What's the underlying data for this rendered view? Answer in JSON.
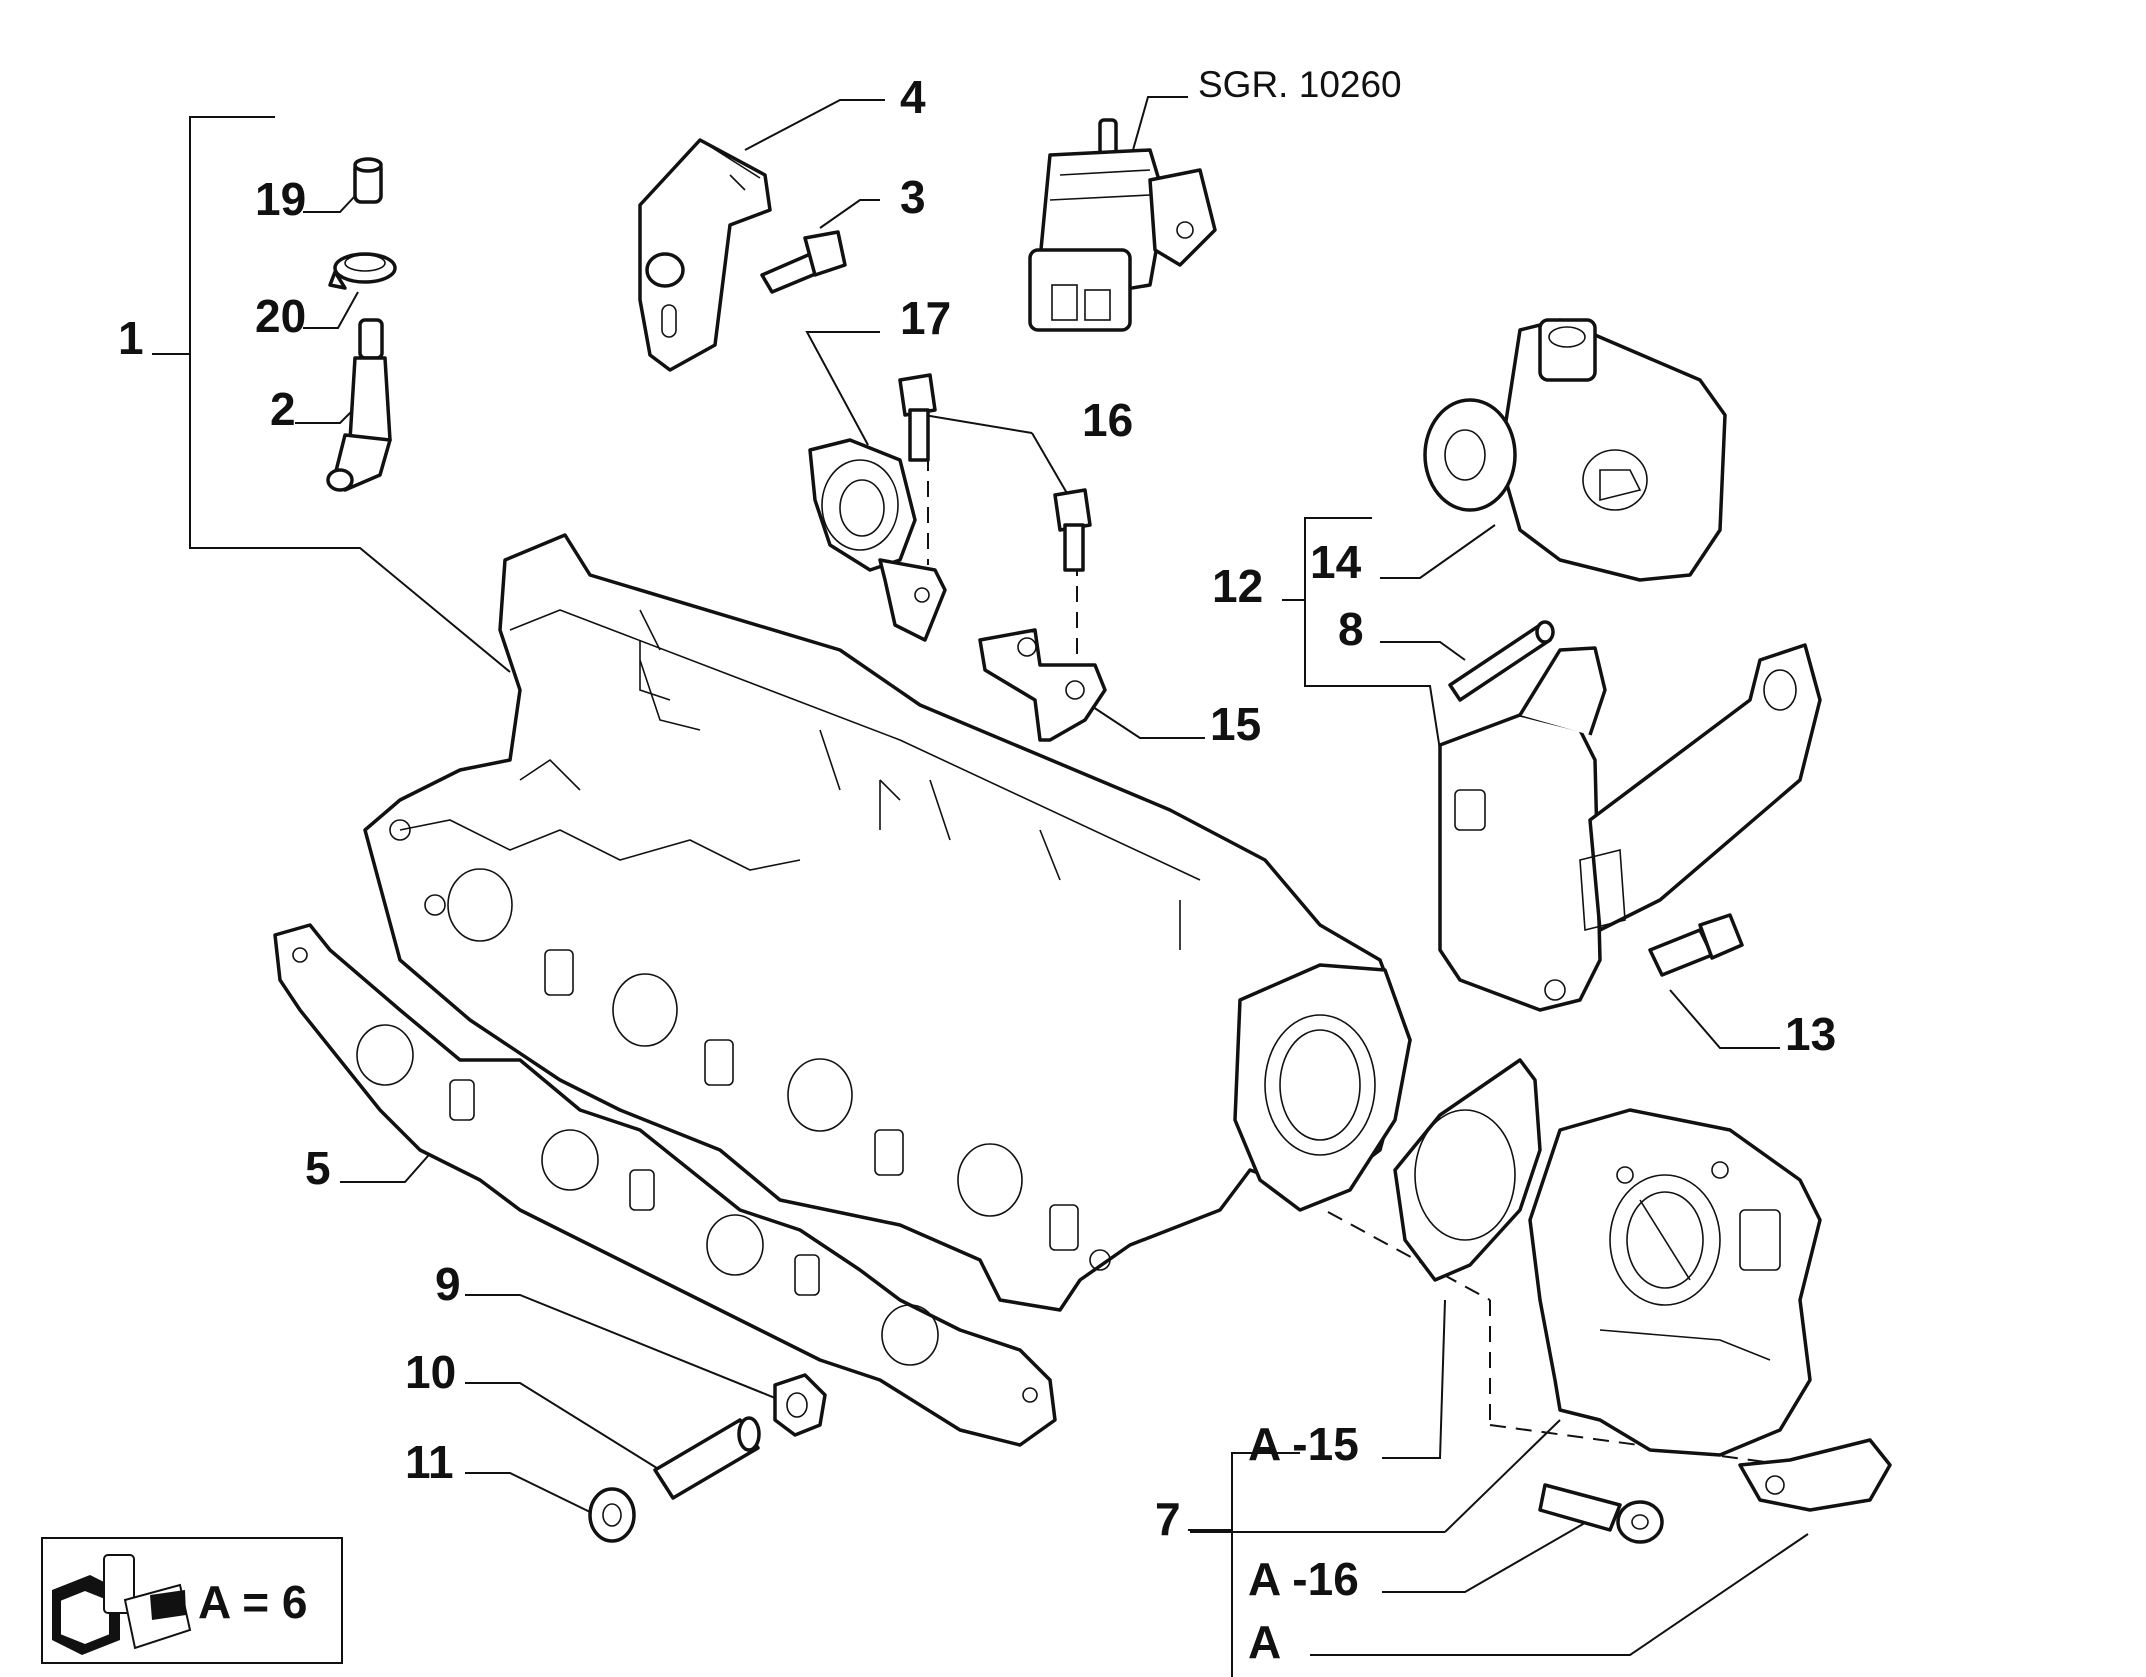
{
  "callouts": {
    "c1": "1",
    "c2": "2",
    "c3": "3",
    "c4": "4",
    "c5": "5",
    "c7": "7",
    "c8": "8",
    "c9": "9",
    "c10": "10",
    "c11": "11",
    "c12": "12",
    "c13": "13",
    "c14": "14",
    "c15": "15",
    "c16": "16",
    "c17": "17",
    "c19": "19",
    "c20": "20"
  },
  "reference": "SGR. 10260",
  "kit_labels": {
    "a15": "A -15",
    "a16": "A -16",
    "a": "A"
  },
  "legend": {
    "text": "A =  6"
  }
}
